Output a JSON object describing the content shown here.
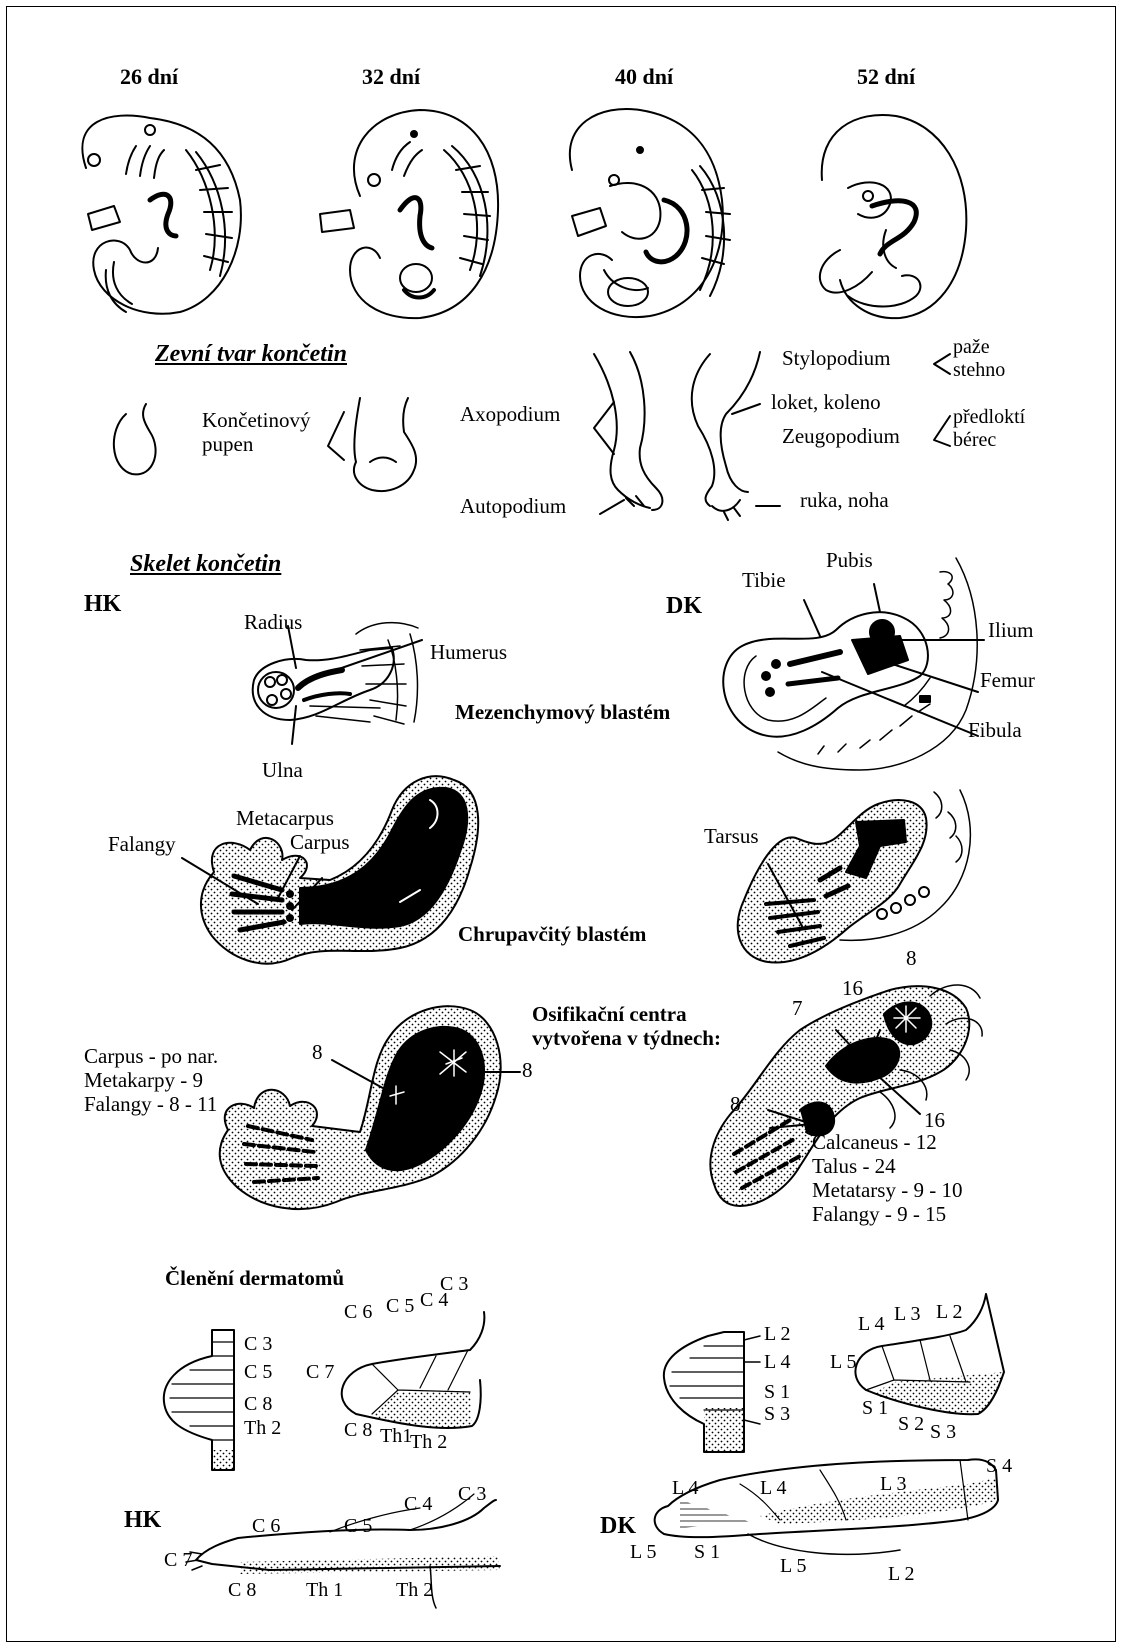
{
  "stages": [
    "26 dní",
    "32 dní",
    "40 dní",
    "52 dní"
  ],
  "sections": {
    "external": "Zevní tvar končetin",
    "skeleton": "Skelet končetin",
    "dermatomes": "Členění dermatomů"
  },
  "external": {
    "limb_bud": "Končetinový\npupen",
    "axopodium": "Axopodium",
    "autopodium": "Autopodium",
    "stylopodium": "Stylopodium",
    "stylo_parts": "paže\nstehno",
    "elbow_knee": "loket, koleno",
    "zeugopodium": "Zeugopodium",
    "zeugo_parts": "předloktí\nbérec",
    "hand_foot": "ruka, noha"
  },
  "skeleton": {
    "hk": "HK",
    "dk": "DK",
    "radius": "Radius",
    "humerus": "Humerus",
    "ulna": "Ulna",
    "mesenchymal": "Mezenchymový blastém",
    "tibie": "Tibie",
    "pubis": "Pubis",
    "ilium": "Ilium",
    "femur": "Femur",
    "fibula": "Fibula",
    "metacarpus": "Metacarpus",
    "carpus": "Carpus",
    "falangy": "Falangy",
    "tarsus": "Tarsus",
    "cartilage": "Chrupavčitý blastém",
    "ossification": "Osifikační centra\nvytvořena v týdnech:",
    "hand_ossif": "Carpus - po nar.\nMetakarpy - 9\nFalangy - 8 - 11",
    "foot_ossif": "Calcaneus - 12\nTalus - 24\nMetatarsy - 9 - 10\nFalangy - 9 - 15",
    "n8": "8",
    "n7": "7",
    "n16": "16"
  },
  "dermatomes": {
    "hk": "HK",
    "dk": "DK",
    "c3": "C 3",
    "c4": "C 4",
    "c5": "C 5",
    "c6": "C 6",
    "c7": "C 7",
    "c8": "C 8",
    "th1": "Th 1",
    "th1_short": "Th1",
    "th2": "Th 2",
    "l2": "L 2",
    "l3": "L 3",
    "l4": "L 4",
    "l5": "L 5",
    "s1": "S 1",
    "s2": "S 2",
    "s3": "S 3",
    "s4": "S 4"
  }
}
